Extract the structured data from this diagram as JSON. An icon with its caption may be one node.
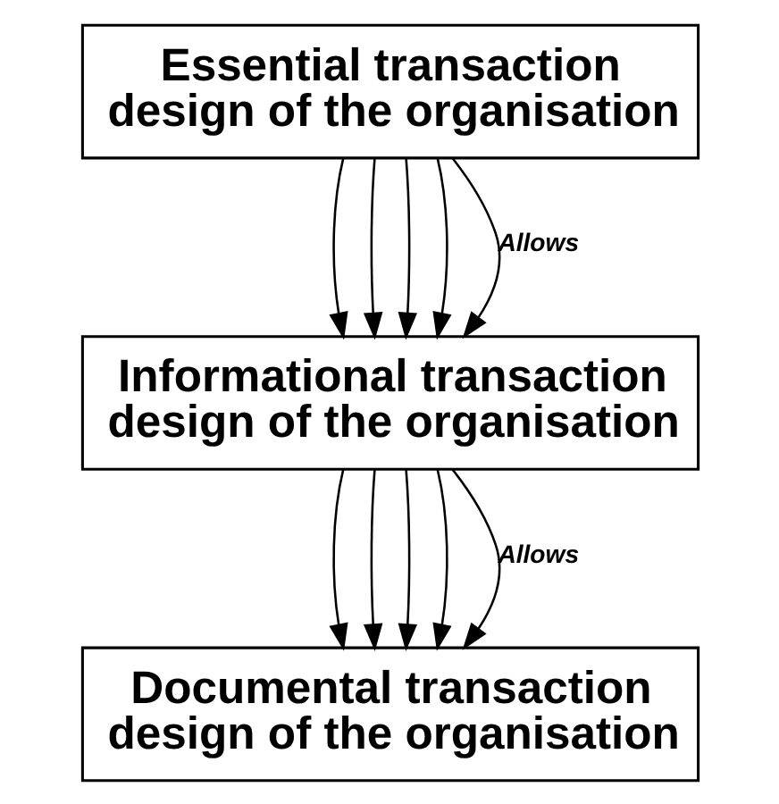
{
  "diagram": {
    "nodes": [
      {
        "text": [
          "Essential transaction design of the organisation"
        ]
      },
      {
        "text": [
          "Informational transaction design of the organisation"
        ]
      },
      {
        "text": [
          "Documental transaction design of the organisation"
        ]
      }
    ],
    "edges": [
      {
        "from": 0,
        "to": 1,
        "arrow": "to"
      },
      {
        "from": 0,
        "to": 1,
        "arrow": "to"
      },
      {
        "from": 0,
        "to": 1,
        "arrow": "to"
      },
      {
        "from": 0,
        "to": 1,
        "arrow": "to"
      },
      {
        "from": 0,
        "to": 1,
        "arrow": "to",
        "label": "Allows"
      },
      {
        "from": 1,
        "to": 2,
        "arrow": "to"
      },
      {
        "from": 1,
        "to": 2,
        "arrow": "to"
      },
      {
        "from": 1,
        "to": 2,
        "arrow": "to"
      },
      {
        "from": 1,
        "to": 2,
        "arrow": "to"
      },
      {
        "from": 1,
        "to": 2,
        "arrow": "to",
        "label": "Allows"
      }
    ]
  }
}
